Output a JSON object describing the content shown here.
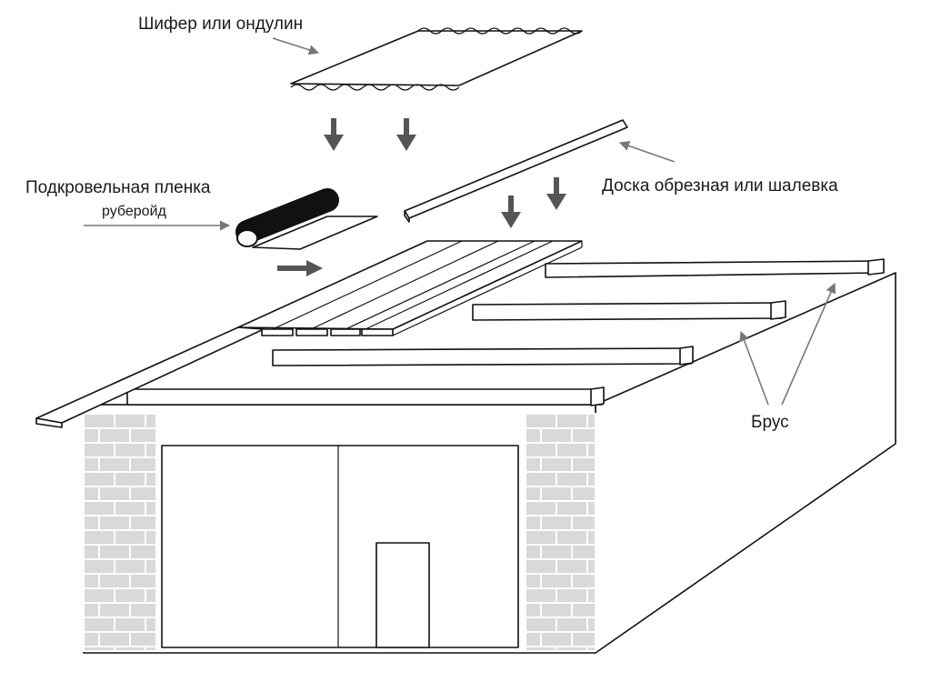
{
  "labels": {
    "slate": "Шифер или ондулин",
    "board": "Доска обрезная или шалевка",
    "membrane": "Подкровельная пленка",
    "roofing_felt": "руберойд",
    "beam": "Брус"
  },
  "colors": {
    "outline": "#111111",
    "brick": "#d9d9d9",
    "arrow": "#555555",
    "pointer": "#777777",
    "roll": "#111111"
  }
}
